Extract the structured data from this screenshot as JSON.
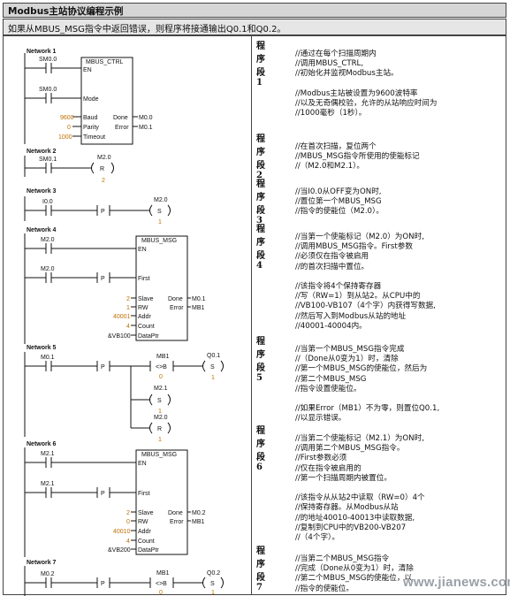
{
  "header": {
    "title": "Modbus主站协议编程示例",
    "subtitle": "如果从MBUS_MSG指令中返回错误，则程序将接通输出Q0.1和Q0.2。"
  },
  "ladder": {
    "networks": [
      "Network 1",
      "Network 2",
      "Network 3",
      "Network 4",
      "Network 5",
      "Network 6",
      "Network 7"
    ],
    "n1": {
      "contact1": "SM0.0",
      "contact2": "SM0.0",
      "block": "MBUS_CTRL",
      "en": "EN",
      "mode": "Mode",
      "baud_val": "9600",
      "baud": "Baud",
      "parity_val": "0",
      "parity": "Parity",
      "timeout_val": "1000",
      "timeout": "Timeout",
      "done": "Done",
      "done_out": "M0.0",
      "error": "Error",
      "error_out": "M0.1"
    },
    "n2": {
      "contact": "SM0.1",
      "coil": "M2.0",
      "coil_type": "R",
      "n": "2"
    },
    "n3": {
      "contact": "I0.0",
      "p": "P",
      "coil": "M2.0",
      "coil_type": "S",
      "n": "1"
    },
    "n4": {
      "contact1": "M2.0",
      "contact2": "M2.0",
      "p": "P",
      "block": "MBUS_MSG",
      "en": "EN",
      "first": "First",
      "slave_val": "2",
      "slave": "Slave",
      "rw_val": "1",
      "rw": "RW",
      "addr_val": "40001",
      "addr": "Addr",
      "count_val": "4",
      "count": "Count",
      "dataptr_val": "&VB100",
      "dataptr": "DataPtr",
      "done": "Done",
      "done_out": "M0.1",
      "error": "Error",
      "error_out": "MB1"
    },
    "n5": {
      "contact": "M0.1",
      "p": "P",
      "cmp_top": "MB1",
      "cmp_op": "<>B",
      "cmp_val": "0",
      "coil1": "Q0.1",
      "coil1_type": "S",
      "coil1_n": "1",
      "coil2": "M2.1",
      "coil2_type": "S",
      "coil2_n": "1",
      "coil3": "M2.0",
      "coil3_type": "R",
      "coil3_n": "1"
    },
    "n6": {
      "contact1": "M2.1",
      "contact2": "M2.1",
      "p": "P",
      "block": "MBUS_MSG",
      "en": "EN",
      "first": "First",
      "slave_val": "2",
      "slave": "Slave",
      "rw_val": "0",
      "rw": "RW",
      "addr_val": "40010",
      "addr": "Addr",
      "count_val": "4",
      "count": "Count",
      "dataptr_val": "&VB200",
      "dataptr": "DataPtr",
      "done": "Done",
      "done_out": "M0.2",
      "error": "Error",
      "error_out": "MB1"
    },
    "n7": {
      "contact": "M0.2",
      "p": "P",
      "cmp_top": "MB1",
      "cmp_op": "<>B",
      "cmp_val": "0",
      "coil": "Q0.2",
      "coil_type": "S",
      "coil_n": "1"
    }
  },
  "sections": [
    {
      "title": "程序段1",
      "text": "//通过在每个扫描周期内\n//调用MBUS_CTRL,\n//初始化并监视Modbus主站。\n\n//Modbus主站被设置为9600波特率\n//以及无奇偶校验，允许的从站响应时间为\n//1000毫秒（1秒）。"
    },
    {
      "title": "程序段2",
      "text": "//在首次扫描，复位两个\n//MBUS_MSG指令所使用的使能标记\n//（M2.0和M2.1）。"
    },
    {
      "title": "程序段3",
      "text": "//当I0.0从OFF变为ON时,\n//置位第一个MBUS_MSG\n//指令的使能位（M2.0）。"
    },
    {
      "title": "程序段4",
      "text": "//当第一个使能标记（M2.0）为ON时,\n//调用MBUS_MSG指令。First参数\n//必须仅在指令被启用\n//的首次扫描中置位。\n\n//该指令将4个保持寄存器\n//写（RW=1）到从站2。从CPU中的\n//VB100-VB107（4个字）内获得写数据,\n//然后写入到Modbus从站的地址\n//40001-40004内。"
    },
    {
      "title": "程序段5",
      "text": "//当第一个MBUS_MSG指令完成\n//（Done从0变为1）时，清除\n//第一个MBUS_MSG的使能位，然后为\n//第二个MBUS_MSG\n//指令设置使能位。\n\n//如果Error（MB1）不为零，则置位Q0.1,\n//以显示错误。"
    },
    {
      "title": "程序段6",
      "text": "//当第二个使能标记（M2.1）为ON时,\n//调用第二个MBUS_MSG指令。\n//First参数必须\n//仅在指令被启用的\n//第一个扫描周期内被置位。\n\n//该指令从从站2中读取（RW=0）4个\n//保持寄存器。从Modbus从站\n//的地址40010-40013中读取数据,\n//复制到CPU中的VB200-VB207\n//（4个字）。"
    },
    {
      "title": "程序段7",
      "text": "//当第二个MBUS_MSG指令\n//完成（Done从0变为1）时，清除\n//第二个MBUS_MSG的使能位，以\n//指令的使能位。"
    }
  ],
  "watermark": "www.jianews.com"
}
